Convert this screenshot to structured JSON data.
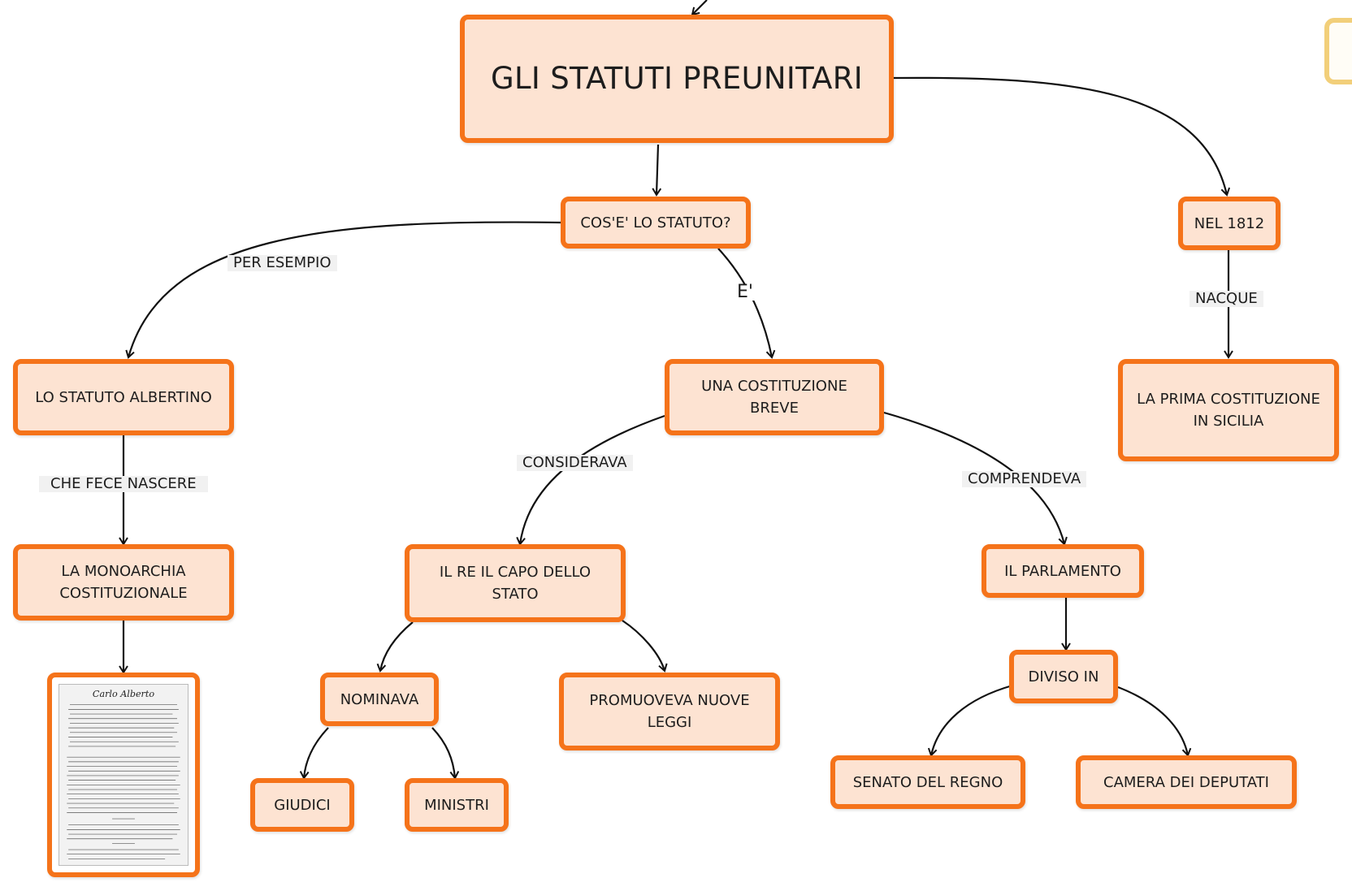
{
  "diagram": {
    "title": "GLI STATUTI PREUNITARI",
    "nodes": {
      "cos_e": "COS'E' LO STATUTO?",
      "nel_1812": "NEL 1812",
      "albertino": "LO STATUTO ALBERTINO",
      "costituzione_breve": "UNA COSTITUZIONE BREVE",
      "prima_costituzione": "LA PRIMA COSTITUZIONE IN SICILIA",
      "monarchia": "LA MONOARCHIA COSTITUZIONALE",
      "re_capo": "IL RE IL CAPO DELLO STATO",
      "parlamento": "IL PARLAMENTO",
      "nominava": "NOMINAVA",
      "promuoveva": "PROMUOVEVA NUOVE LEGGI",
      "diviso_in": "DIVISO IN",
      "giudici": "GIUDICI",
      "ministri": "MINISTRI",
      "senato": "SENATO DEL REGNO",
      "camera": "CAMERA DEI DEPUTATI"
    },
    "links": {
      "per_esempio": "PER ESEMPIO",
      "e": "E'",
      "nacque": "NACQUE",
      "che_fece_nascere": "CHE FECE NASCERE",
      "considerava": "CONSIDERAVA",
      "comprendeva": "COMPRENDEVA"
    },
    "image": {
      "caption": "Carlo Alberto"
    },
    "colors": {
      "node_fill": "#fde3d2",
      "node_border": "#f5731a",
      "connector": "#111111",
      "label_bg": "#f1f1f1",
      "cutoff_border": "#f2cf7a"
    }
  }
}
